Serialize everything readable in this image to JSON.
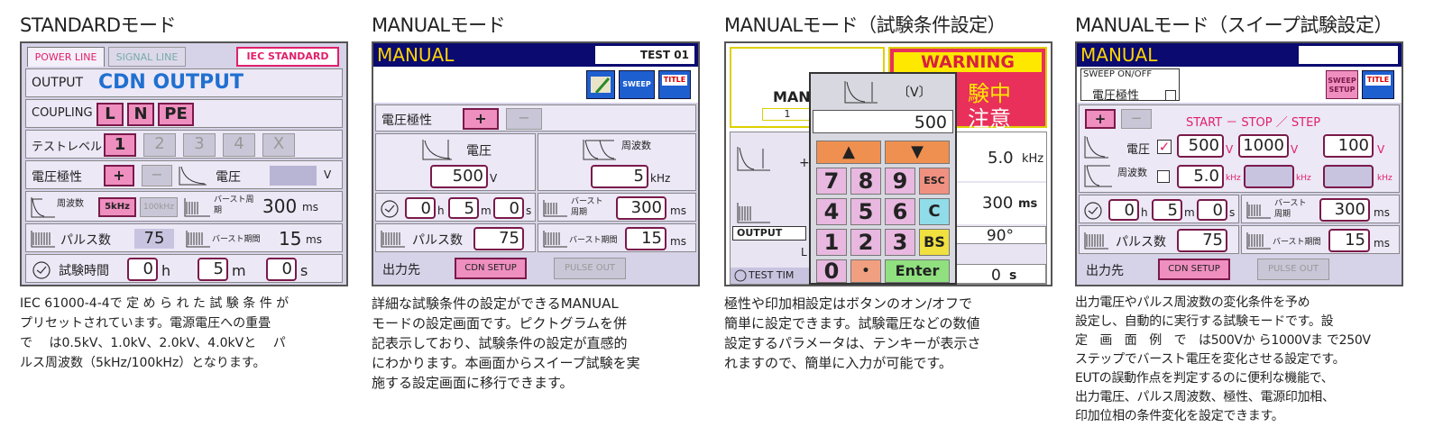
{
  "panels": [
    {
      "heading": "STANDARDモード",
      "tabs": [
        "POWER LINE",
        "SIGNAL LINE"
      ],
      "standard_label": "IEC STANDARD",
      "output_label": "OUTPUT",
      "output_value": "CDN OUTPUT",
      "coupling_label": "COUPLING",
      "coupling_buttons": [
        "L",
        "N",
        "PE"
      ],
      "test_level_label": "テストレベル",
      "test_levels": [
        "1",
        "2",
        "3",
        "4",
        "X"
      ],
      "polarity_label": "電圧極性",
      "plus": "+",
      "minus": "−",
      "voltage_label": "電圧",
      "voltage_unit": "V",
      "freq_label": "周波数",
      "freq_buttons": [
        "5kHz",
        "100kHz"
      ],
      "burst_label": "バースト周期",
      "burst_value": "300",
      "ms": "ms",
      "pulse_label": "パルス数",
      "pulse_value": "75",
      "burst_period_label": "バースト期間",
      "burst_period_value": "15",
      "time_label": "試験時間",
      "time_h": "0",
      "time_m": "5",
      "time_s": "0",
      "h": "h",
      "m": "m",
      "s": "s",
      "description": "IEC 61000-4-4で 定 め ら れ た 試 験 条 件 が\nプリセットされています。電源電圧への重畳\nで　 は0.5kV、1.0kV、2.0kV、4.0kVと　 パ\nルス周波数（5kHz/100kHz）となります。"
    },
    {
      "heading": "MANUALモード",
      "title": "MANUAL",
      "test_name": "TEST 01",
      "sweep_button": "SWEEP",
      "title_button": "TITLE",
      "polarity_label": "電圧極性",
      "plus": "+",
      "minus": "−",
      "voltage_label": "電圧",
      "voltage_value": "500",
      "voltage_unit": "V",
      "freq_label": "周波数",
      "freq_value": "5",
      "freq_unit": "kHz",
      "time_h": "0",
      "time_m": "5",
      "time_s": "0",
      "h": "h",
      "m": "m",
      "s": "s",
      "burst_label": "バースト周期",
      "burst_value": "300",
      "ms": "ms",
      "pulse_label": "パルス数",
      "pulse_value": "75",
      "burst_period_label": "バースト期間",
      "burst_period_value": "15",
      "dest_label": "出力先",
      "cdn_setup": "CDN SETUP",
      "pulse_out": "PULSE OUT",
      "description": "詳細な試験条件の設定ができるMANUAL\nモードの設定画面です。ピクトグラムを併\n記表示しており、試験条件の設定が直感的\nにわかります。本画面からスイープ試験を実\n施する設定画面に移行できます。"
    },
    {
      "heading": "MANUALモード（試験条件設定）",
      "title_partial": "MAN",
      "title_partial2": "1",
      "warning": "WARNING",
      "warning_line1": "験中",
      "warning_line2": "注意",
      "unit_label": "〔V〕",
      "input_value": "500",
      "freq_value": "5.0",
      "freq_unit": "kHz",
      "burst_value": "300",
      "ms": "ms",
      "output_label": "OUTPUT",
      "phase_value": "90°",
      "test_time_label": "TEST TIM",
      "time_value": "0",
      "s": "s",
      "l_label": "L",
      "keypad": [
        "7",
        "8",
        "9",
        "ESC",
        "4",
        "5",
        "6",
        "C",
        "1",
        "2",
        "3",
        "BS",
        "0",
        "•",
        "Enter"
      ],
      "up": "▲",
      "down": "▼",
      "description": "極性や印加相設定はボタンのオン/オフで\n簡単に設定できます。試験電圧などの数値\n設定するパラメータは、テンキーが表示さ\nれますので、簡単に入力が可能です。"
    },
    {
      "heading": "MANUALモード（スイープ試験設定）",
      "title": "MANUAL",
      "sweep_onoff": "SWEEP ON/OFF",
      "sweep_setup": "SWEEP SETUP",
      "title_button": "TITLE",
      "polarity_label": "電圧極性",
      "plus": "+",
      "minus": "−",
      "start_stop_step": "START － STOP ／ STEP",
      "voltage_label": "電圧",
      "check": "✓",
      "v_start": "500",
      "v_stop": "1000",
      "v_step": "100",
      "v": "V",
      "freq_label": "周波数",
      "f_start": "5.0",
      "khz": "kHz",
      "time_h": "0",
      "time_m": "5",
      "time_s": "0",
      "h": "h",
      "m": "m",
      "s": "s",
      "burst_label": "バースト周期",
      "burst_value": "300",
      "ms": "ms",
      "pulse_label": "パルス数",
      "pulse_value": "75",
      "burst_period_label": "バースト期間",
      "burst_period_value": "15",
      "dest_label": "出力先",
      "cdn_setup": "CDN SETUP",
      "pulse_out": "PULSE OUT",
      "description": "出力電圧やパルス周波数の変化条件を予め\n設定し、自動的に実行する試験モードです。設\n定　画　面　例　で　は500Vか ら1000Vま で250V\nステップでバースト電圧を変化させる設定です。\nEUTの誤動作点を判定するのに便利な機能で、\n出力電圧、パルス周波数、極性、電源印加相、\n印加位相の条件変化を設定できます。"
    }
  ]
}
